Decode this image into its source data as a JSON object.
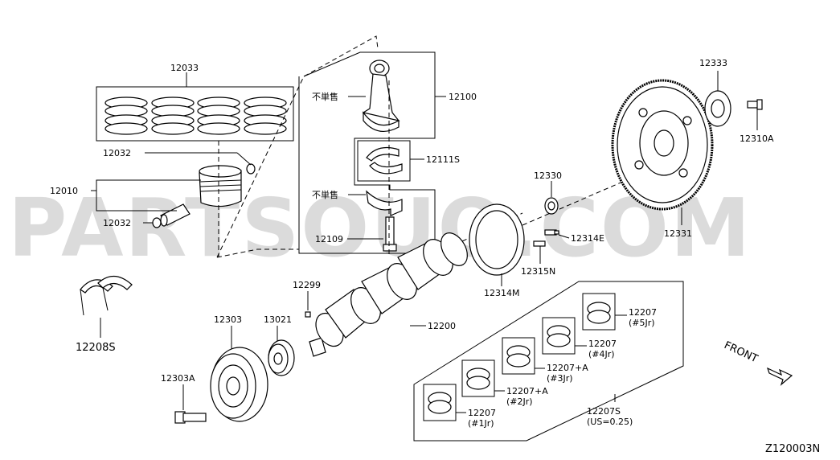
{
  "watermark": "PARTSOUQ.COM",
  "diagram_code": "Z120003N",
  "front_label": "FRONT",
  "not_sold_label": "不単售",
  "labels": {
    "rings": "12033",
    "piston_pin_clip_top": "12032",
    "piston": "12010",
    "piston_pin_clip_bottom": "12032",
    "conrod": "12100",
    "conrod_bearing": "12111S",
    "conrod_bolt": "12109",
    "thrust_washer": "12208S",
    "crankshaft": "12200",
    "key": "12299",
    "crank_pulley": "12303",
    "pulley_bolt": "12303A",
    "sprocket": "13021",
    "pilot_bushing": "12330",
    "signal_plate": "12314M",
    "signal_plate_bolt_e": "12314E",
    "signal_plate_bolt_n": "12315N",
    "drive_plate": "12331",
    "reinforcement_plate": "12333",
    "drive_plate_bolt": "12310A",
    "bearing_5": "12207",
    "bearing_5_sub": "(#5Jr)",
    "bearing_4": "12207",
    "bearing_4_sub": "(#4Jr)",
    "bearing_3": "12207+A",
    "bearing_3_sub": "(#3Jr)",
    "bearing_2": "12207+A",
    "bearing_2_sub": "(#2Jr)",
    "bearing_1": "12207",
    "bearing_1_sub": "(#1Jr)",
    "bearing_set": "12207S",
    "bearing_set_sub": "(US=0.25)"
  }
}
